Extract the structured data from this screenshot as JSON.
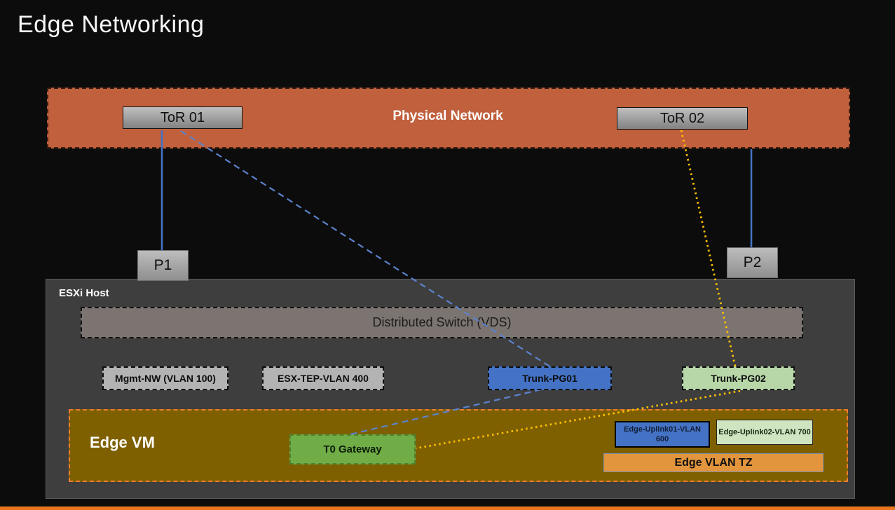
{
  "title": "Edge Networking",
  "physical_network": {
    "label": "Physical Network",
    "tor1": "ToR 01",
    "tor2": "ToR 02"
  },
  "ports": {
    "p1": "P1",
    "p2": "P2"
  },
  "esxi_host": {
    "label": "ESXi Host",
    "vds_label": "Distributed Switch (VDS)",
    "port_groups": [
      {
        "label": "Mgmt-NW (VLAN 100)",
        "color": "#B3B3B3"
      },
      {
        "label": "ESX-TEP-VLAN 400",
        "color": "#B3B3B3"
      },
      {
        "label": "Trunk-PG01",
        "color": "#4472C4"
      },
      {
        "label": "Trunk-PG02",
        "color": "#B7D7A8"
      }
    ]
  },
  "edge_vm": {
    "label": "Edge VM",
    "t0_gateway": "T0 Gateway",
    "uplink1": "Edge-Uplink01-VLAN 600",
    "uplink2": "Edge-Uplink02-VLAN 700",
    "vlan_tz": "Edge VLAN TZ"
  },
  "connections": [
    {
      "name": "tor01-to-p1",
      "style": "solid-blue"
    },
    {
      "name": "band-to-p2",
      "style": "solid-blue"
    },
    {
      "name": "tor01-to-trunk-pg01",
      "style": "dashed-blue"
    },
    {
      "name": "trunk-pg01-to-t0-gateway",
      "style": "dashed-blue"
    },
    {
      "name": "tor02-to-trunk-pg02",
      "style": "dotted-yellow"
    },
    {
      "name": "trunk-pg02-to-t0-gateway",
      "style": "dotted-yellow"
    }
  ],
  "colors": {
    "band_orange": "#C0603C",
    "line_blue": "#4472C4",
    "line_blue_dash": "#5B82CC",
    "line_yellow": "#FFC000",
    "edge_vm_bg": "#7F6000",
    "edge_vm_border": "#ED7D31",
    "t0_green": "#70AD47",
    "trunk_pg01_blue": "#4472C4",
    "trunk_pg02_green": "#B7D7A8",
    "uplink01_blue": "#4472C4",
    "uplink02_green": "#CFE4C0",
    "vlan_tz_orange": "#E2953C",
    "bottom_bar_orange": "#E8771E"
  }
}
